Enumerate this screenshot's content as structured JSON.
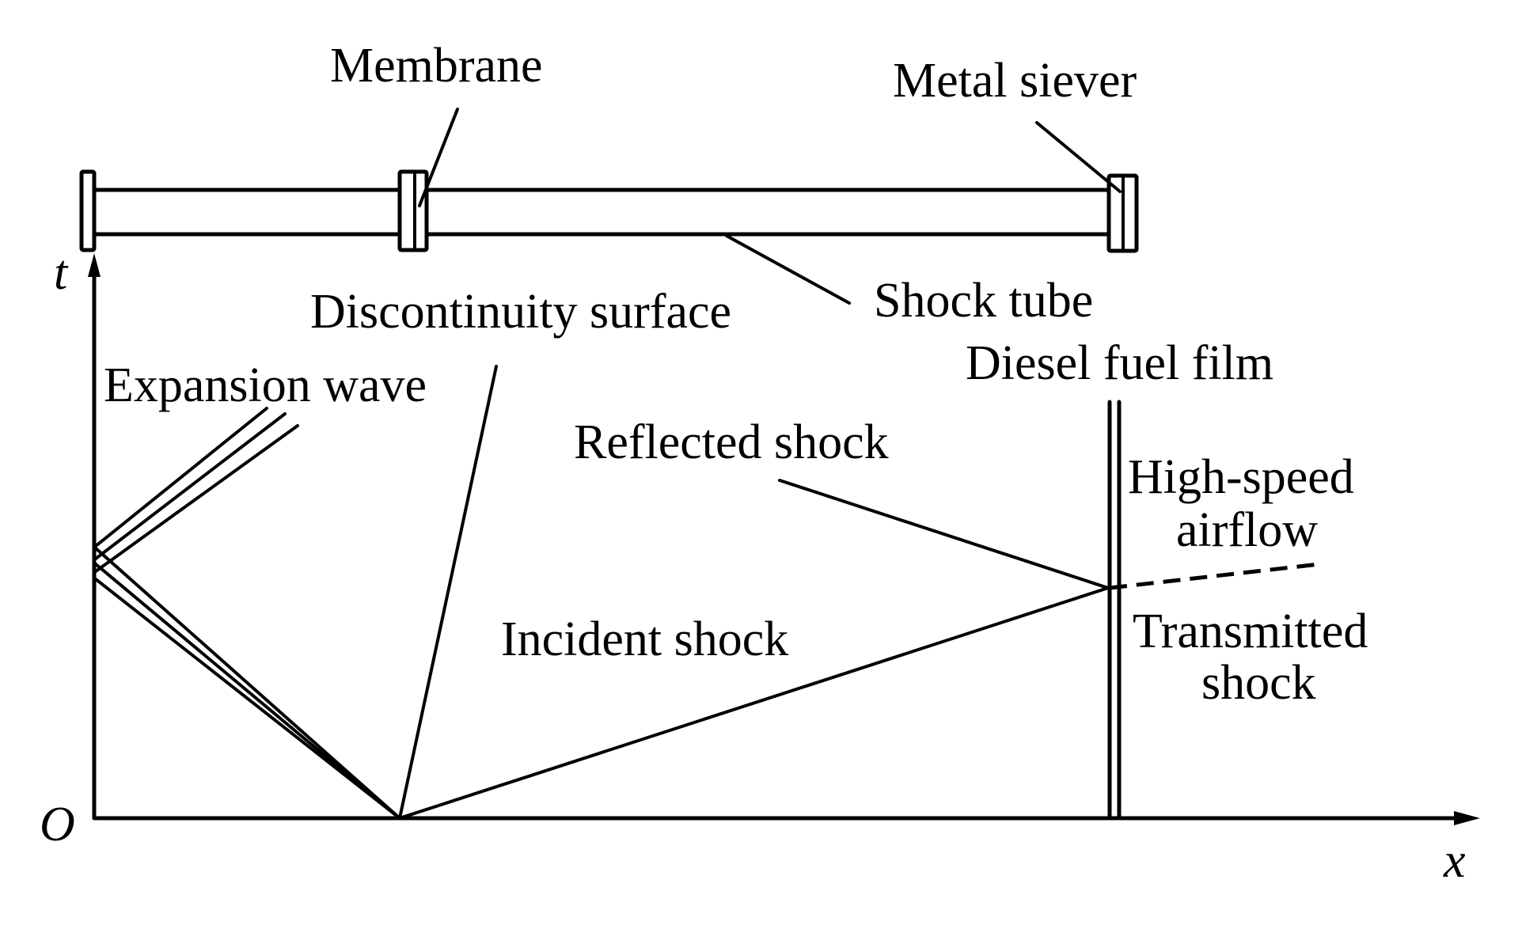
{
  "diagram": {
    "title": "Shock tube x-t wave diagram",
    "colors": {
      "ink": "#000000",
      "background": "#ffffff"
    },
    "apparatus": {
      "membrane_label": "Membrane",
      "metal_siever_label": "Metal siever",
      "shock_tube_label": "Shock tube"
    },
    "axes": {
      "t_label": "t",
      "x_label": "x",
      "origin_label": "O"
    },
    "waves": {
      "discontinuity_surface": "Discontinuity surface",
      "expansion_wave": "Expansion wave",
      "reflected_shock": "Reflected shock",
      "incident_shock": "Incident shock",
      "diesel_fuel_film": "Diesel fuel film",
      "high_speed_airflow_line1": "High-speed",
      "high_speed_airflow_line2": "airflow",
      "transmitted_shock_line1": "Transmitted",
      "transmitted_shock_line2": "shock"
    }
  }
}
